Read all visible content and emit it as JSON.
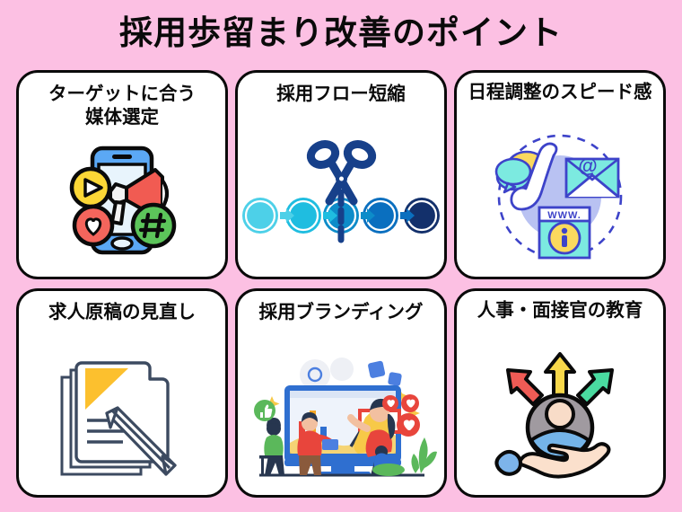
{
  "page": {
    "title": "採用歩留まり改善のポイント",
    "background_color": "#fcc0e3",
    "card_background": "#ffffff",
    "card_border_color": "#0a0a0a",
    "title_color": "#0a0a0a"
  },
  "cards": [
    {
      "id": "media-selection",
      "title": "ターゲットに合う\n媒体選定",
      "icon_name": "smartphone-social-megaphone-icon",
      "colors": {
        "phone": "#5ba8f5",
        "screen": "#e8f4fc",
        "megaphone": "#f15b52",
        "play_circle": "#fcd736",
        "heart_circle": "#f4655c",
        "hash_circle": "#5cc45a",
        "outline": "#0a0a0a"
      }
    },
    {
      "id": "flow-shortening",
      "title": "採用フロー短縮",
      "icon_name": "scissors-cutting-process-chain-icon",
      "colors": {
        "scissors": "#17408a",
        "circle_1": "#4dd0e8",
        "circle_2": "#1fbde0",
        "circle_3": "#0d8cc9",
        "circle_4": "#0a6fbf",
        "circle_5": "#13306b"
      }
    },
    {
      "id": "scheduling-speed",
      "title": "日程調整のスピード感",
      "icon_name": "contact-channels-icon",
      "labels": {
        "www": "WWW.",
        "at": "@",
        "info": "i"
      },
      "colors": {
        "outline": "#3d43c9",
        "blob": "#b9c2f2",
        "cyan": "#7ceae0",
        "yellow": "#fbd95e",
        "white": "#ffffff"
      }
    },
    {
      "id": "job-posting-review",
      "title": "求人原稿の見直し",
      "icon_name": "document-pencil-edit-icon",
      "colors": {
        "outline": "#3c4a60",
        "accent": "#fcc02e",
        "paper": "#ffffff"
      }
    },
    {
      "id": "recruitment-branding",
      "title": "採用ブランディング",
      "icon_name": "branding-monitor-people-icon",
      "colors": {
        "monitor": "#2f6fd0",
        "screen": "#eef3fb",
        "orange": "#f5a623",
        "red": "#e8453c",
        "green": "#5bb85b",
        "dark": "#27364f",
        "yellow": "#f7c948",
        "skin": "#f2c0a0"
      }
    },
    {
      "id": "interviewer-training",
      "title": "人事・面接官の教育",
      "icon_name": "hand-holding-person-growth-icon",
      "colors": {
        "arrow_red": "#ef5b55",
        "arrow_yellow": "#f7d74a",
        "arrow_green": "#4adba0",
        "avatar_circle": "#a09aa0",
        "avatar_face": "#f8dcc8",
        "avatar_body": "#74b4e8",
        "hand": "#fbe0cc",
        "cuff": "#7db4ea",
        "outline": "#0a0a0a"
      }
    }
  ]
}
